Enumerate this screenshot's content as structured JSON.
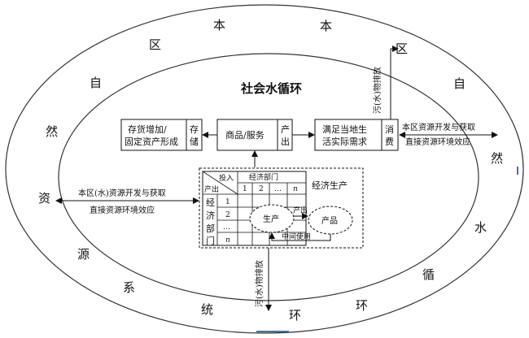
{
  "outer_ring": {
    "chars": [
      "区",
      "本",
      "本",
      "区",
      "自",
      "自",
      "然",
      "然",
      "资",
      "水",
      "源",
      "循",
      "系",
      "环",
      "统",
      "环"
    ]
  },
  "inner_title": "社会水循环",
  "boxes": {
    "inventory": {
      "line1": "存货增加/",
      "line2": "固定资产形成",
      "side1": "存",
      "side2": "储"
    },
    "goods": {
      "main": "商品/服务",
      "side1": "产",
      "side2": "出"
    },
    "demand": {
      "line1": "满足当地生",
      "line2": "活实际需求",
      "side1": "消",
      "side2": "费"
    }
  },
  "flows": {
    "left_line1": "本区(水)资源开发与获取",
    "left_line2": "直接资源环境效应",
    "right_line1": "本区资源开发与获取",
    "right_line2": "直接资源环境效应",
    "pollution_top": "污(水)物排放",
    "pollution_bottom": "污(水)物排放"
  },
  "matrix": {
    "header_input": "投入",
    "header_output": "产出",
    "sector_title": "经济部门",
    "cols": [
      "1",
      "2",
      "…",
      "n"
    ],
    "rows": [
      "1",
      "2",
      "…",
      "n"
    ],
    "row_label_chars": [
      "经",
      "济",
      "部",
      "门"
    ],
    "economic_production": "经济生产",
    "production": "生产",
    "output": "产出",
    "product": "产品",
    "intermediate_use": "中间使用"
  }
}
